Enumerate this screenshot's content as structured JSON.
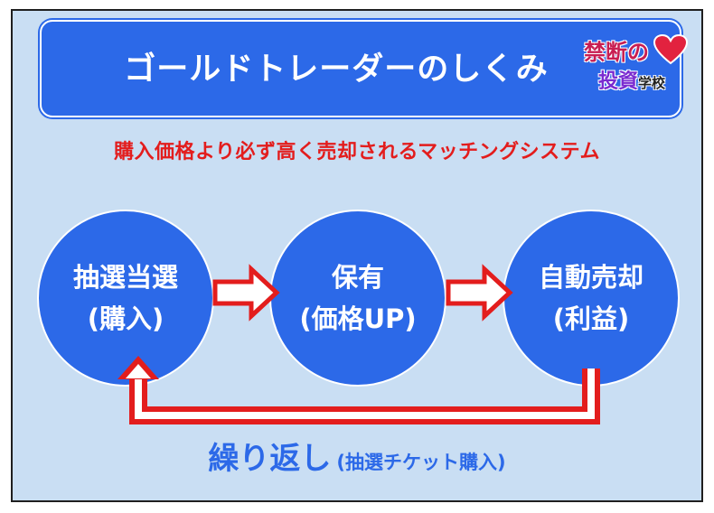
{
  "title": "ゴールドトレーダーのしくみ",
  "logo": {
    "top": "禁断の",
    "bottom_main": "投資",
    "bottom_small": "学校"
  },
  "subtitle": "購入価格より必ず高く売却されるマッチングシステム",
  "steps": [
    {
      "line1": "抽選当選",
      "line2": "(購入)"
    },
    {
      "line1": "保有",
      "line2": "(価格UP)"
    },
    {
      "line1": "自動売却",
      "line2": "(利益)"
    }
  ],
  "repeat": {
    "main": "繰り返し",
    "sub": "(抽選チケット購入)"
  },
  "colors": {
    "background": "#c9def3",
    "primary_blue": "#2c69e8",
    "accent_red": "#e31d1d"
  }
}
